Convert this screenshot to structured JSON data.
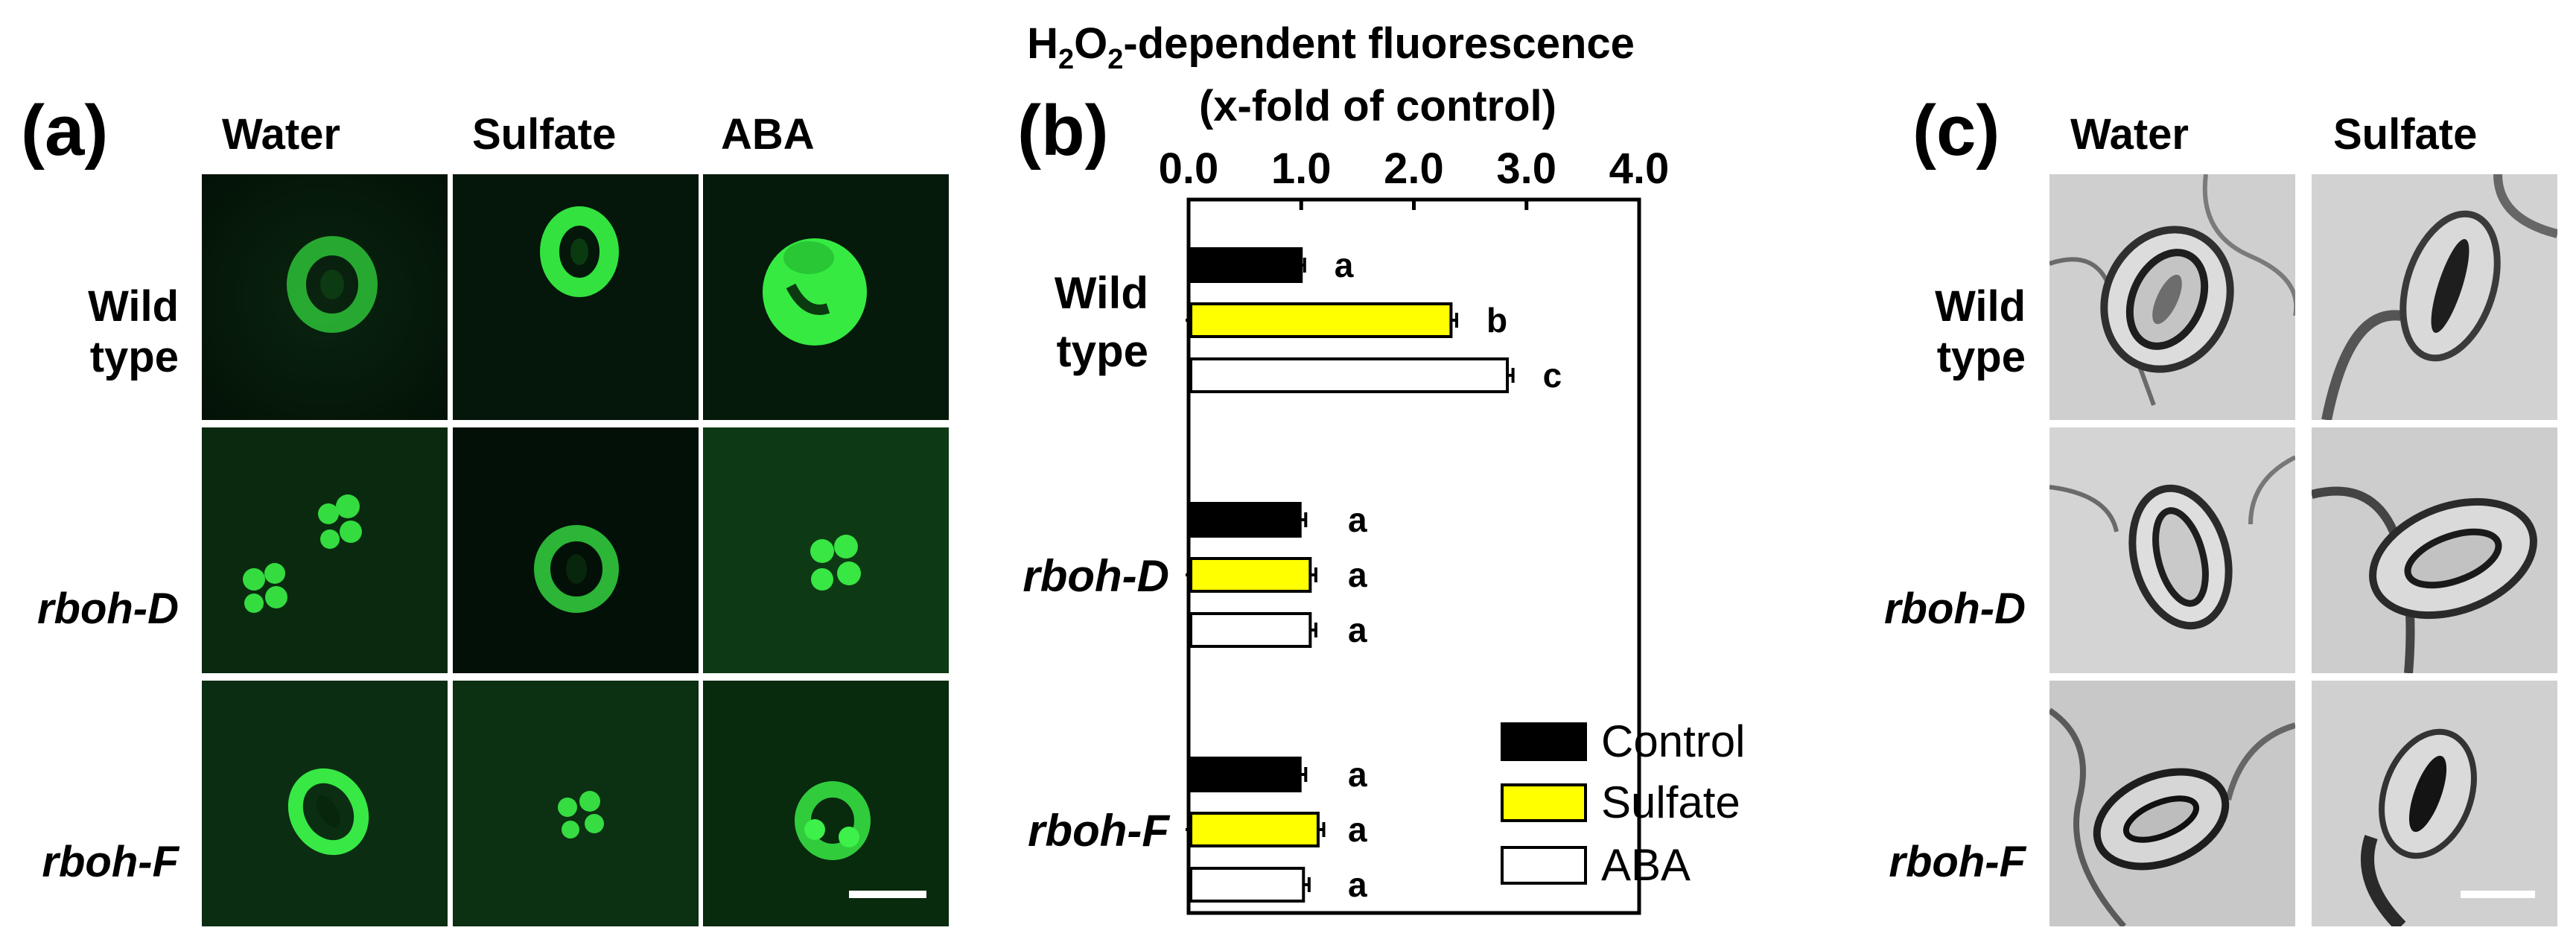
{
  "panel_a": {
    "letter": "(a)",
    "columns": [
      "Water",
      "Sulfate",
      "ABA"
    ],
    "rows": [
      {
        "label_line1": "Wild",
        "label_line2": "type"
      },
      {
        "label": "rboh-D"
      },
      {
        "label": "rboh-F"
      }
    ]
  },
  "panel_c": {
    "letter": "(c)",
    "columns": [
      "Water",
      "Sulfate"
    ],
    "rows": [
      {
        "label_line1": "Wild",
        "label_line2": "type"
      },
      {
        "label": "rboh-D"
      },
      {
        "label": "rboh-F"
      }
    ]
  },
  "panel_b": {
    "letter": "(b)"
  },
  "chart_data": {
    "type": "bar",
    "orientation": "horizontal",
    "title_line1_prefix": "H",
    "title_sub1": "2",
    "title_mid": "O",
    "title_sub2": "2",
    "title_line1_suffix": "-dependent fluorescence",
    "title_line2": "(x-fold of control)",
    "xlim": [
      0,
      4
    ],
    "xticks": [
      "0.0",
      "1.0",
      "2.0",
      "3.0",
      "4.0"
    ],
    "groups": [
      {
        "label_line1": "Wild",
        "label_line2": "type",
        "italic": false
      },
      {
        "label": "rboh-D",
        "italic": true
      },
      {
        "label": "rboh-F",
        "italic": true
      }
    ],
    "series": [
      {
        "name": "Control",
        "color": "#000000",
        "values": [
          1.0,
          0.99,
          0.99
        ],
        "errors": [
          0.03,
          0.05,
          0.05
        ],
        "letters": [
          "a",
          "a",
          "a"
        ]
      },
      {
        "name": "Sulfate",
        "color": "#ffff00",
        "values": [
          2.33,
          1.08,
          1.15
        ],
        "errors": [
          0.05,
          0.05,
          0.05
        ],
        "letters": [
          "b",
          "a",
          "a"
        ]
      },
      {
        "name": "ABA",
        "color": "#ffffff",
        "values": [
          2.83,
          1.08,
          1.02
        ],
        "errors": [
          0.05,
          0.05,
          0.05
        ],
        "letters": [
          "c",
          "a",
          "a"
        ]
      }
    ],
    "legend_placement": "bottom-right"
  }
}
